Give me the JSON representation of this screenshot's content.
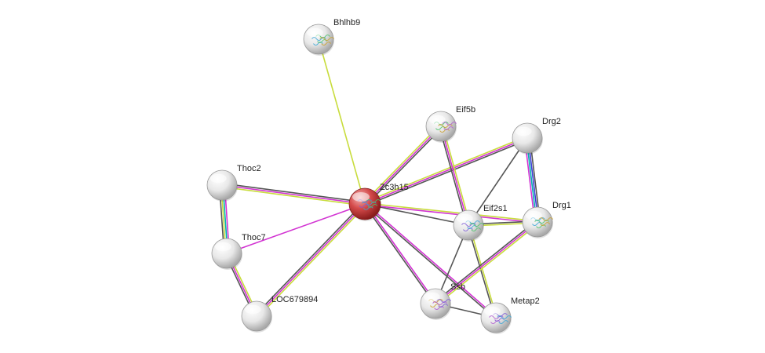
{
  "network": {
    "nodes": [
      {
        "id": "Zc3h15",
        "label": "Zc3h15",
        "query": true,
        "icon": "protein-structure-icon",
        "color": "#d94a4a"
      },
      {
        "id": "Bhlhb9",
        "label": "Bhlhb9",
        "query": false,
        "icon": "protein-structure-icon",
        "color": "#e6e6e6"
      },
      {
        "id": "Eif5b",
        "label": "Eif5b",
        "query": false,
        "icon": "protein-structure-icon",
        "color": "#e6e6e6"
      },
      {
        "id": "Drg2",
        "label": "Drg2",
        "query": false,
        "icon": "",
        "color": "#e6e6e6"
      },
      {
        "id": "Thoc2",
        "label": "Thoc2",
        "query": false,
        "icon": "",
        "color": "#e6e6e6"
      },
      {
        "id": "Eif2s1",
        "label": "Eif2s1",
        "query": false,
        "icon": "protein-structure-icon",
        "color": "#e6e6e6"
      },
      {
        "id": "Drg1",
        "label": "Drg1",
        "query": false,
        "icon": "protein-structure-icon",
        "color": "#e6e6e6"
      },
      {
        "id": "Thoc7",
        "label": "Thoc7",
        "query": false,
        "icon": "",
        "color": "#e6e6e6"
      },
      {
        "id": "Ssb",
        "label": "Ssb",
        "query": false,
        "icon": "protein-structure-icon",
        "color": "#e6e6e6"
      },
      {
        "id": "Metap2",
        "label": "Metap2",
        "query": false,
        "icon": "protein-structure-icon",
        "color": "#e6e6e6"
      },
      {
        "id": "LOC679894",
        "label": "LOC679894",
        "query": false,
        "icon": "",
        "color": "#e6e6e6"
      }
    ],
    "edges": [
      {
        "source": "Zc3h15",
        "target": "Bhlhb9",
        "colors": [
          "#c8dc3c"
        ]
      },
      {
        "source": "Zc3h15",
        "target": "Eif5b",
        "colors": [
          "#c8dc3c",
          "#d233d2",
          "#555555"
        ]
      },
      {
        "source": "Zc3h15",
        "target": "Drg2",
        "colors": [
          "#c8dc3c",
          "#d233d2",
          "#555555"
        ]
      },
      {
        "source": "Zc3h15",
        "target": "Thoc2",
        "colors": [
          "#c8dc3c",
          "#d233d2",
          "#555555"
        ]
      },
      {
        "source": "Zc3h15",
        "target": "Eif2s1",
        "colors": [
          "#555555"
        ]
      },
      {
        "source": "Zc3h15",
        "target": "Drg1",
        "colors": [
          "#c8dc3c",
          "#d233d2"
        ]
      },
      {
        "source": "Zc3h15",
        "target": "Thoc7",
        "colors": [
          "#d233d2"
        ]
      },
      {
        "source": "Zc3h15",
        "target": "LOC679894",
        "colors": [
          "#c8dc3c",
          "#d233d2",
          "#555555"
        ]
      },
      {
        "source": "Zc3h15",
        "target": "Ssb",
        "colors": [
          "#d233d2",
          "#555555"
        ]
      },
      {
        "source": "Zc3h15",
        "target": "Metap2",
        "colors": [
          "#d233d2",
          "#555555"
        ]
      },
      {
        "source": "Eif5b",
        "target": "Eif2s1",
        "colors": [
          "#c8dc3c",
          "#d233d2",
          "#555555"
        ]
      },
      {
        "source": "Drg2",
        "target": "Drg1",
        "colors": [
          "#555555",
          "#3d3dd6",
          "#00b0b0",
          "#d233d2"
        ]
      },
      {
        "source": "Drg2",
        "target": "Eif2s1",
        "colors": [
          "#555555"
        ]
      },
      {
        "source": "Eif2s1",
        "target": "Drg1",
        "colors": [
          "#555555",
          "#c8dc3c"
        ]
      },
      {
        "source": "Eif2s1",
        "target": "Ssb",
        "colors": [
          "#555555"
        ]
      },
      {
        "source": "Eif2s1",
        "target": "Metap2",
        "colors": [
          "#c8dc3c",
          "#555555"
        ]
      },
      {
        "source": "Drg1",
        "target": "Ssb",
        "colors": [
          "#c8dc3c",
          "#d233d2",
          "#555555"
        ]
      },
      {
        "source": "Ssb",
        "target": "Metap2",
        "colors": [
          "#555555"
        ]
      },
      {
        "source": "Thoc2",
        "target": "Thoc7",
        "colors": [
          "#d233d2",
          "#00b0b0",
          "#c8dc3c",
          "#555555"
        ]
      },
      {
        "source": "Thoc7",
        "target": "LOC679894",
        "colors": [
          "#c8dc3c",
          "#d233d2",
          "#555555"
        ]
      }
    ]
  }
}
